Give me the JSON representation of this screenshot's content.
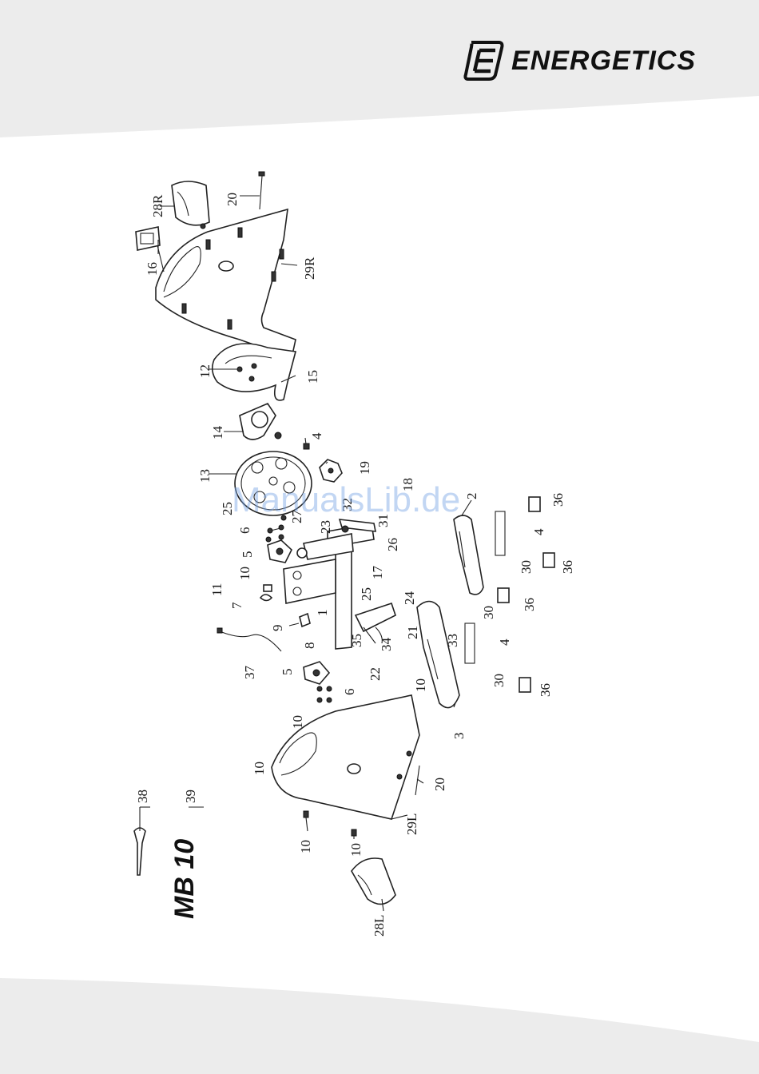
{
  "brand": {
    "name": "ENERGETICS",
    "logo_icon": "energetics-e-logo-icon"
  },
  "model": "MB 10",
  "watermark": "ManualsLib.de",
  "colors": {
    "band": "#ececec",
    "text": "#1a1a1a",
    "watermark": "#7aa6e6"
  },
  "part_labels": {
    "p1": "1",
    "p2": "2",
    "p3": "3",
    "p4a": "4",
    "p4b": "4",
    "p4c": "4",
    "p5a": "5",
    "p5b": "5",
    "p6a": "6",
    "p6b": "6",
    "p7": "7",
    "p8": "8",
    "p9": "9",
    "p10a": "10",
    "p10b": "10",
    "p10c": "10",
    "p10d": "10",
    "p10e": "10",
    "p10f": "10",
    "p11": "11",
    "p12": "12",
    "p13": "13",
    "p14": "14",
    "p15": "15",
    "p16": "16",
    "p17": "17",
    "p18": "18",
    "p19": "19",
    "p20a": "20",
    "p20b": "20",
    "p21": "21",
    "p22": "22",
    "p23": "23",
    "p24": "24",
    "p25a": "25",
    "p25b": "25",
    "p26": "26",
    "p27": "27",
    "p28l": "28L",
    "p28r": "28R",
    "p29l": "29L",
    "p29r": "29R",
    "p30a": "30",
    "p30b": "30",
    "p30c": "30",
    "p31": "31",
    "p32": "32",
    "p33": "33",
    "p34": "34",
    "p35": "35",
    "p36a": "36",
    "p36b": "36",
    "p36c": "36",
    "p36d": "36",
    "p37": "37",
    "p38": "38",
    "p39": "39"
  }
}
